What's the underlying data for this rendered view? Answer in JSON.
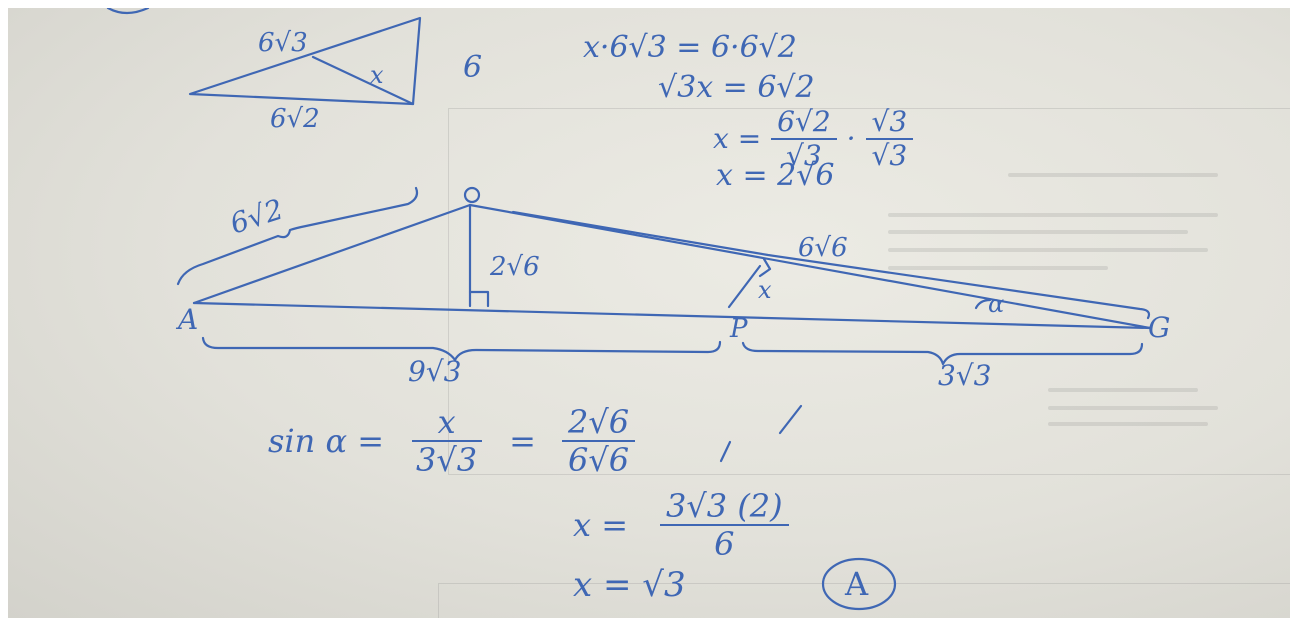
{
  "colors": {
    "ink": "#3f67b4",
    "paper": "#e6e5de"
  },
  "small_triangle": {
    "hyp_label": "6√3",
    "base_label": "6√2",
    "side_label": "6",
    "alt_label": "x"
  },
  "work": {
    "line1": "x·6√3 = 6·6√2",
    "line2": "√3x = 6√2",
    "line3_lhs": "x =",
    "line3_num1": "6√2",
    "line3_den1": "√3",
    "line3_dot": "·",
    "line3_num2": "√3",
    "line3_den2": "√3",
    "line4": "x = 2√6"
  },
  "big_figure": {
    "vertex_top": "O",
    "vertex_left": "A",
    "vertex_mid": "P",
    "vertex_right": "G",
    "side_ao": "6√2",
    "side_og": "6√6",
    "height": "2√6",
    "perp": "x",
    "angle": "α",
    "seg_ap": "9√3",
    "seg_pg": "3√3"
  },
  "solution": {
    "sin_lhs": "sin α =",
    "frac1_num": "x",
    "frac1_den": "3√3",
    "eq": "=",
    "frac2_num": "2√6",
    "frac2_den": "6√6",
    "x_lhs": "x =",
    "x_num": "3√3 (2)",
    "x_den": "6",
    "final": "x = √3",
    "answer": "A"
  }
}
